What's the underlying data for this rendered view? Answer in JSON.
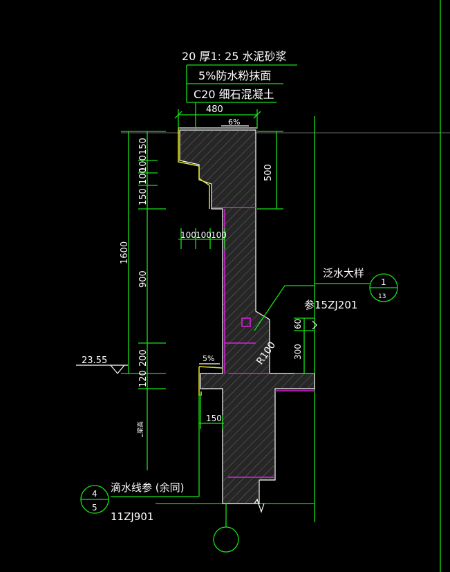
{
  "notes": {
    "line1": "20 厚1: 25 水泥砂浆",
    "line2": "5%防水粉抹面",
    "line3": "C20 细石混凝土"
  },
  "dims": {
    "top_width": "480",
    "top_slope": "6%",
    "right_height": "500",
    "left_150a": "150",
    "left_100a": "100",
    "left_100b": "100",
    "left_150b": "150",
    "left_900": "900",
    "left_200": "200",
    "left_120": "120",
    "total_1600": "1600",
    "mid_100a": "100",
    "mid_100b": "100",
    "mid_100c": "100",
    "bottom_slope": "5%",
    "bottom_150": "150",
    "radius": "R100",
    "right_60": "60",
    "right_300": "300"
  },
  "elevation": {
    "value": "23.55",
    "label": "梁高"
  },
  "callouts": {
    "flashing_title": "泛水大样",
    "flashing_num": "1",
    "flashing_sheet": "13",
    "flashing_ref": "参15ZJ201",
    "drip_title": "滴水线参 (余同)",
    "drip_num": "4",
    "drip_sheet": "5",
    "drip_ref": "11ZJ901"
  },
  "colors": {
    "background": "#000000",
    "dimension": "#17e317",
    "outline": "#ffffff",
    "finish": "#e020e0",
    "coping": "#e8e820"
  }
}
